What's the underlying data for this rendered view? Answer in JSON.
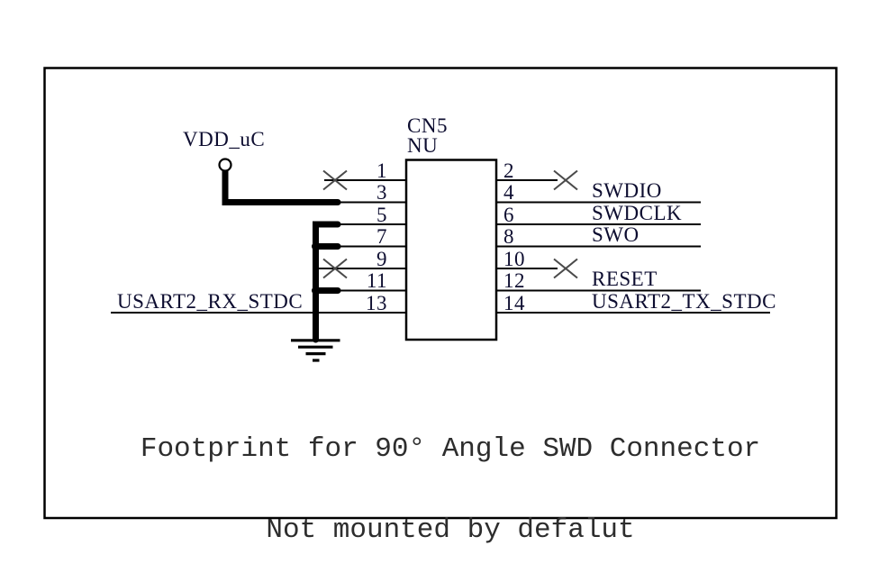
{
  "window": {
    "background": "#ffffff",
    "line_color": "#000000",
    "text_color": "#0d0d30",
    "no_connect_color": "#4a4a4a",
    "caption_color": "#2d2d2d"
  },
  "drawing": {
    "component": {
      "designator": "CN5",
      "variant": "NU"
    },
    "power_flag": {
      "net": "VDD_uC"
    },
    "symbols": {
      "power": "vdd-power-port-icon",
      "ground": "ground-symbol-icon",
      "no_connect": "no-connect-x-icon"
    },
    "pins": {
      "left": [
        {
          "number": "1",
          "no_connect": true
        },
        {
          "number": "3",
          "net": "VDD_uC"
        },
        {
          "number": "5",
          "grounded": true
        },
        {
          "number": "7",
          "grounded": true
        },
        {
          "number": "9",
          "no_connect": true
        },
        {
          "number": "11",
          "grounded": true
        },
        {
          "number": "13",
          "net": "USART2_RX_STDC"
        }
      ],
      "right": [
        {
          "number": "2",
          "no_connect": true
        },
        {
          "number": "4",
          "net": "SWDIO"
        },
        {
          "number": "6",
          "net": "SWDCLK"
        },
        {
          "number": "8",
          "net": "SWO"
        },
        {
          "number": "10",
          "no_connect": true
        },
        {
          "number": "12",
          "net": "RESET"
        },
        {
          "number": "14",
          "net": "USART2_TX_STDC"
        }
      ]
    },
    "caption": {
      "line1": "Footprint for 90° Angle SWD Connector",
      "line2": "Not mounted by defalut"
    }
  }
}
